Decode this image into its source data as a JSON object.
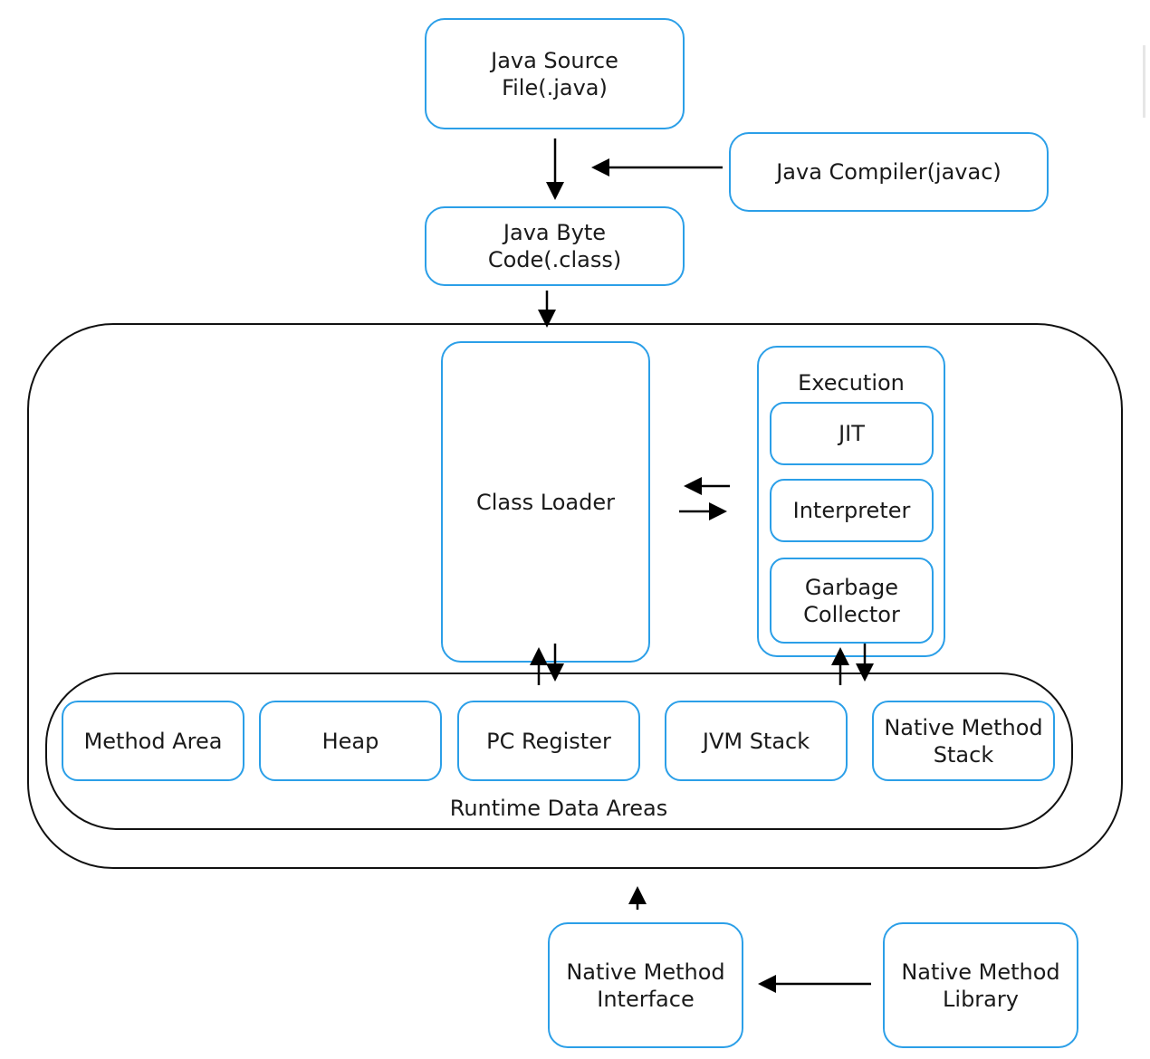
{
  "nodes": {
    "java_source": "Java Source\nFile(.java)",
    "java_compiler": "Java Compiler(javac)",
    "java_bytecode": "Java Byte\nCode(.class)",
    "class_loader": "Class Loader",
    "execution": "Execution",
    "jit": "JIT",
    "interpreter": "Interpreter",
    "garbage_collector": "Garbage\nCollector",
    "method_area": "Method Area",
    "heap": "Heap",
    "pc_register": "PC Register",
    "jvm_stack": "JVM Stack",
    "native_method_stack": "Native Method\nStack",
    "runtime_data_areas": "Runtime Data Areas",
    "native_method_interface": "Native Method\nInterface",
    "native_method_library": "Native Method\nLibrary"
  },
  "colors": {
    "box_border": "#2b9fe8",
    "container_border": "#111111",
    "arrow": "#000000"
  }
}
